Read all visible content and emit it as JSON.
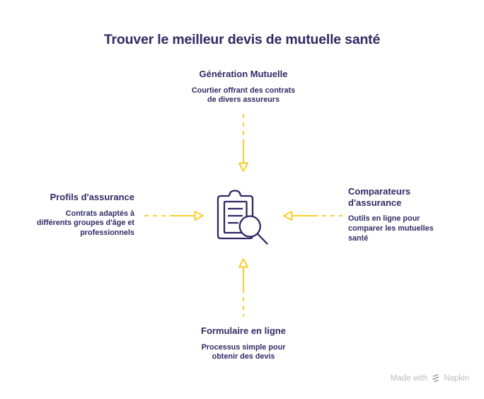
{
  "title": "Trouver le meilleur devis de mutuelle santé",
  "nodes": {
    "top": {
      "heading": "Génération Mutuelle",
      "description": "Courtier offrant des contrats\nde divers assureurs"
    },
    "left": {
      "heading": "Profils d'assurance",
      "description": "Contrats adaptés à\ndifférents groupes d'âge et\nprofessionnels"
    },
    "right": {
      "heading": "Comparateurs\nd'assurance",
      "description": "Outils en ligne pour\ncomparer les mutuelles\nsanté"
    },
    "bottom": {
      "heading": "Formulaire en ligne",
      "description": "Processus simple pour\nobtenir des devis"
    }
  },
  "center": {
    "icon": "clipboard-magnifier-icon"
  },
  "credit": {
    "prefix": "Made with",
    "brand": "Napkin"
  },
  "colors": {
    "ink": "#312a64",
    "accent": "#fbcd2a",
    "muted": "#bdbdbd"
  }
}
